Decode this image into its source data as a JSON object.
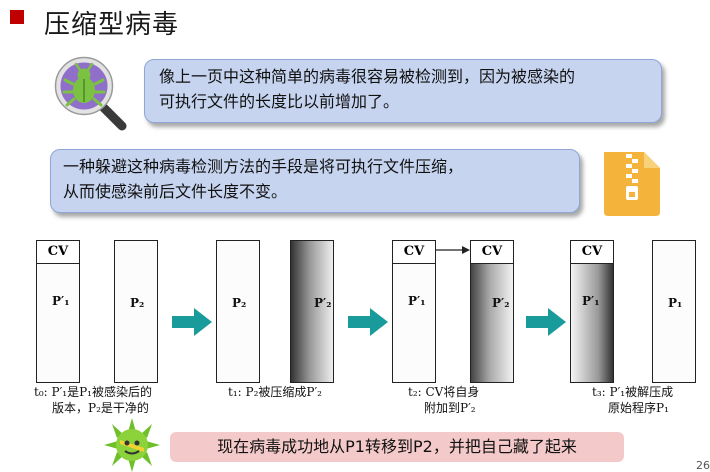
{
  "title": "压缩型病毒",
  "callouts": {
    "first": [
      "像上一页中这种简单的病毒很容易被检测到，因为被感染的",
      "可执行文件的长度比以前增加了。"
    ],
    "second": [
      "一种躲避这种病毒检测方法的手段是将可执行文件压缩，",
      "从而使感染前后文件长度不变。"
    ]
  },
  "icons": [
    "bug-magnifier-icon",
    "zip-file-icon",
    "virus-icon",
    "arrow-right-icon"
  ],
  "figure": {
    "cv_label": "CV",
    "block_labels": {
      "p1_infected": "P′₁",
      "p2": "P₂",
      "p2_compressed": "P′₂",
      "p1": "P₁"
    },
    "captions": [
      [
        "t₀: P′₁是P₁被感染后的",
        "版本，P₂是干净的"
      ],
      [
        "t₁: P₂被压缩成P′₂"
      ],
      [
        "t₂: CV将自身",
        "附加到P′₂"
      ],
      [
        "t₃: P′₁被解压成",
        "原始程序P₁"
      ]
    ]
  },
  "banner": "现在病毒成功地从P1转移到P2，并把自己藏了起来",
  "page_number": "26",
  "colors": {
    "title_bullet": "#c00000",
    "callout_bg": "#c6d4f0",
    "arrow": "#1a9b9b",
    "banner_bg": "#f4c9c9",
    "zip_bg": "#f4b43c"
  }
}
